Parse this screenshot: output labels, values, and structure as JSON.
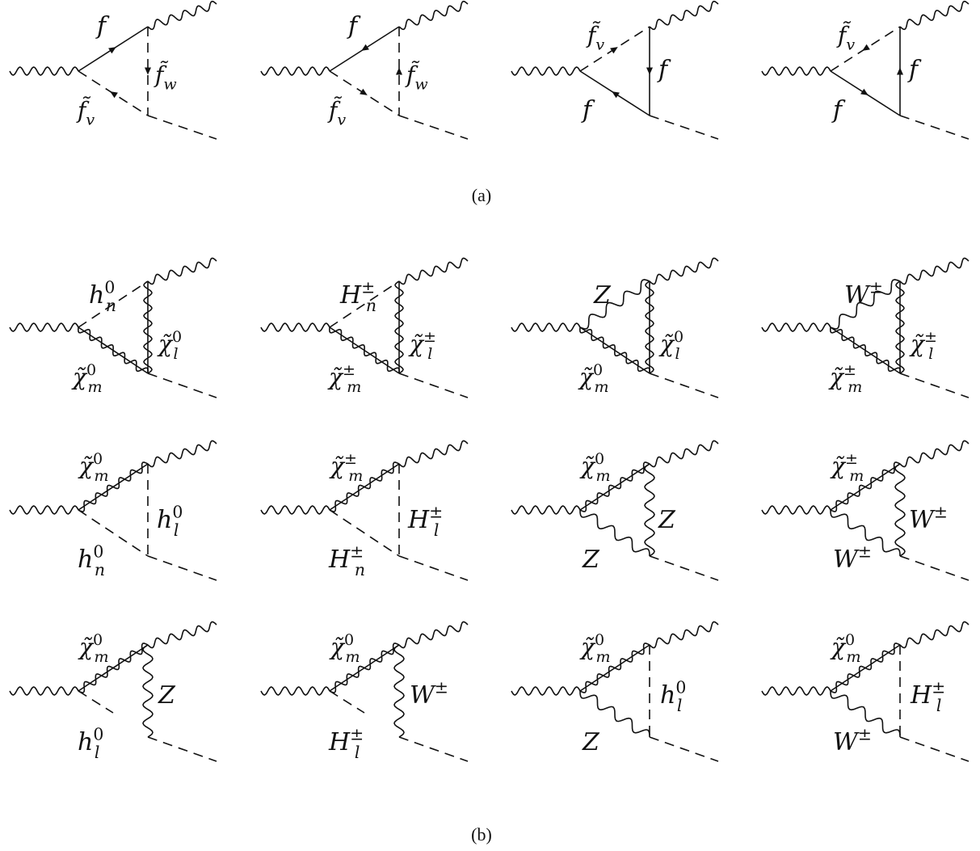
{
  "figure": {
    "captions": {
      "a": "(a)",
      "b": "(b)"
    },
    "panel_a": {
      "diagrams": [
        {
          "id": "a1",
          "labels": {
            "upper": "f",
            "lower": "f̃",
            "lower_sub": "v",
            "vertical": "f̃",
            "vertical_sub": "w"
          }
        },
        {
          "id": "a2",
          "labels": {
            "upper": "f",
            "lower": "f̃",
            "lower_sub": "v",
            "vertical": "f̃",
            "vertical_sub": "w"
          }
        },
        {
          "id": "a3",
          "labels": {
            "upper": "f̃",
            "upper_sub": "v",
            "lower": "f",
            "vertical": "f"
          }
        },
        {
          "id": "a4",
          "labels": {
            "upper": "f̃",
            "upper_sub": "v",
            "lower": "f",
            "vertical": "f"
          }
        }
      ]
    },
    "panel_b": {
      "rows": [
        [
          {
            "id": "b11",
            "labels": {
              "upper": "h",
              "upper_sup": "0",
              "upper_sub": "n",
              "lower": "χ̃",
              "lower_sup": "0",
              "lower_sub": "m",
              "vertical": "χ̃",
              "vertical_sup": "0",
              "vertical_sub": "l"
            }
          },
          {
            "id": "b12",
            "labels": {
              "upper": "H",
              "upper_sup": "±",
              "upper_sub": "n",
              "lower": "χ̃",
              "lower_sup": "±",
              "lower_sub": "m",
              "vertical": "χ̃",
              "vertical_sup": "±",
              "vertical_sub": "l"
            }
          },
          {
            "id": "b13",
            "labels": {
              "upper": "Z",
              "lower": "χ̃",
              "lower_sup": "0",
              "lower_sub": "m",
              "vertical": "χ̃",
              "vertical_sup": "0",
              "vertical_sub": "l"
            }
          },
          {
            "id": "b14",
            "labels": {
              "upper": "W",
              "upper_sup": "±",
              "lower": "χ̃",
              "lower_sup": "±",
              "lower_sub": "m",
              "vertical": "χ̃",
              "vertical_sup": "±",
              "vertical_sub": "l"
            }
          }
        ],
        [
          {
            "id": "b21",
            "labels": {
              "upper": "χ̃",
              "upper_sup": "0",
              "upper_sub": "m",
              "lower": "h",
              "lower_sup": "0",
              "lower_sub": "n",
              "vertical": "h",
              "vertical_sup": "0",
              "vertical_sub": "l"
            }
          },
          {
            "id": "b22",
            "labels": {
              "upper": "χ̃",
              "upper_sup": "±",
              "upper_sub": "m",
              "lower": "H",
              "lower_sup": "±",
              "lower_sub": "n",
              "vertical": "H",
              "vertical_sup": "±",
              "vertical_sub": "l"
            }
          },
          {
            "id": "b23",
            "labels": {
              "upper": "χ̃",
              "upper_sup": "0",
              "upper_sub": "m",
              "lower": "Z",
              "vertical": "Z"
            }
          },
          {
            "id": "b24",
            "labels": {
              "upper": "χ̃",
              "upper_sup": "±",
              "upper_sub": "m",
              "lower": "W",
              "lower_sup": "±",
              "vertical": "W",
              "vertical_sup": "±"
            }
          }
        ],
        [
          {
            "id": "b31",
            "labels": {
              "upper": "χ̃",
              "upper_sup": "0",
              "upper_sub": "m",
              "lower": "h",
              "lower_sup": "0",
              "lower_sub": "l",
              "vertical": "Z"
            }
          },
          {
            "id": "b32",
            "labels": {
              "upper": "χ̃",
              "upper_sup": "0",
              "upper_sub": "m",
              "lower": "H",
              "lower_sup": "±",
              "lower_sub": "l",
              "vertical": "W",
              "vertical_sup": "±"
            }
          },
          {
            "id": "b33",
            "labels": {
              "upper": "χ̃",
              "upper_sup": "0",
              "upper_sub": "m",
              "lower": "Z",
              "vertical": "h",
              "vertical_sup": "0",
              "vertical_sub": "l"
            }
          },
          {
            "id": "b34",
            "labels": {
              "upper": "χ̃",
              "upper_sup": "0",
              "upper_sub": "m",
              "lower": "W",
              "lower_sup": "±",
              "vertical": "H",
              "vertical_sup": "±",
              "vertical_sub": "l"
            }
          }
        ]
      ]
    }
  }
}
